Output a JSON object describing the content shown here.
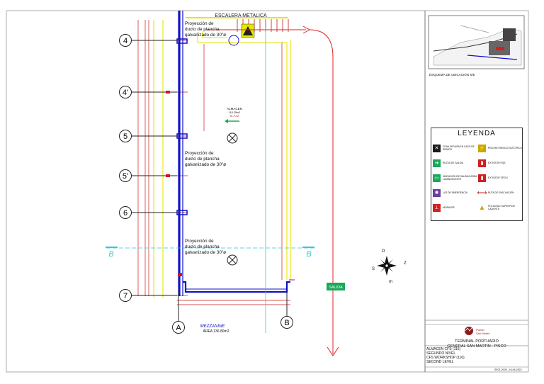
{
  "drawing": {
    "stair_label": "ESCALERA METALICA",
    "grid_rows": [
      "4",
      "4'",
      "5",
      "5'",
      "6",
      "7"
    ],
    "grid_cols": [
      "A",
      "B"
    ],
    "section_marker": "B",
    "duct_notes": [
      "Proyección de ducto de plancha galvanizado de 30\"ø",
      "Proyección de ducto de plancha galvanizado de 30\"ø",
      "Proyección de ducto de plancha galvanizado de 30\"ø"
    ],
    "room_label_line1": "ALMACEN",
    "room_label_line2": "118.25m2",
    "room_label_line3": "G.A.D",
    "mezzanine_title": "MEZZANINE",
    "mezzanine_area": "ÁREA   136.80m2",
    "exit_label": "SALIDA",
    "compass": {
      "north": "O",
      "east": "Z",
      "south": "m",
      "west": "S"
    },
    "colors": {
      "wall": "#1010c8",
      "dim": "#cc1a1a",
      "yellow": "#e6e600",
      "exit": "#e02020",
      "cyan": "#33c8d8",
      "green": "#19a85a"
    }
  },
  "title_block": {
    "location_caption": "ESQUEMA DE UBICACIÓN S/E",
    "legend_title": "LEYENDA",
    "legend_items": [
      {
        "label": "ZONA SEGURA EN CASO DE SISMOS",
        "icon": "safe-zone-icon",
        "color": "#1a1a1a"
      },
      {
        "label": "PELIGRO RIESGO ELÉCTRICO",
        "icon": "electric-hazard-icon",
        "color": "#c8a800"
      },
      {
        "label": "RUTAS DE SALIDA",
        "icon": "exit-route-icon",
        "color": "#19a85a"
      },
      {
        "label": "EXTINTOR PQS",
        "icon": "extinguisher-pqs-icon",
        "color": "#d02020"
      },
      {
        "label": "UBICACIÓN DE SALIDAS AREA LUMINOSCENTE",
        "icon": "exit-location-icon",
        "color": "#19a85a"
      },
      {
        "label": "EXTINTOR TIPO K",
        "icon": "extinguisher-k-icon",
        "color": "#d02020"
      },
      {
        "label": "LUZ DE EMERGENCIA",
        "icon": "emergency-light-icon",
        "color": "#6a3fa0"
      },
      {
        "label": "RUTA DE EVACUACIÓN",
        "icon": "evacuation-route-icon",
        "color": "#d02020"
      },
      {
        "label": "HIDRANTE",
        "icon": "hydrant-icon",
        "color": "#d02020"
      },
      {
        "label": "POLIGONO SUPERFICIE CALIENTE",
        "icon": "hot-surface-icon",
        "color": "#c8a800"
      }
    ],
    "company_line1": "Puerto",
    "company_line2": "San Martín",
    "project_line1": "TERMINAL PORTUARIO",
    "project_line2": "GENERAL SAN MARTIN - PISCO",
    "sheet_lines": [
      "ALMACEN CFS (116)",
      "SEGUNDO NIVEL",
      "CFS WORKSHOP (116)",
      "SECOND LEVEL"
    ],
    "footer_code": "SE01-2009 - 16-06-2022"
  }
}
